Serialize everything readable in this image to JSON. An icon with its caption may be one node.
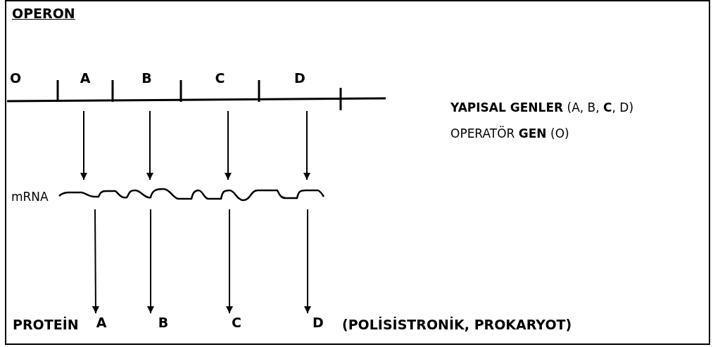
{
  "diagram": {
    "title": "OPERON",
    "nodes": [
      {
        "text": [
          "O"
        ]
      },
      {
        "text": [
          "A"
        ]
      },
      {
        "text": [
          "B"
        ]
      },
      {
        "text": [
          "C"
        ]
      },
      {
        "text": [
          "D"
        ]
      },
      {
        "text": [
          "mRNA"
        ]
      },
      {
        "text": [
          "A"
        ]
      },
      {
        "text": [
          "B"
        ]
      },
      {
        "text": [
          "C"
        ]
      },
      {
        "text": [
          "D"
        ]
      }
    ],
    "edges": [
      {
        "from": 1,
        "to": 5,
        "arrow": "to"
      },
      {
        "from": 2,
        "to": 5,
        "arrow": "to"
      },
      {
        "from": 3,
        "to": 5,
        "arrow": "to"
      },
      {
        "from": 4,
        "to": 5,
        "arrow": "to"
      },
      {
        "from": 5,
        "to": 6,
        "arrow": "to"
      },
      {
        "from": 5,
        "to": 7,
        "arrow": "to"
      },
      {
        "from": 5,
        "to": 8,
        "arrow": "to"
      },
      {
        "from": 5,
        "to": 9,
        "arrow": "to"
      }
    ],
    "labels": [
      "**YAPISAL GENLER** (A, B, **C**, D)",
      "OPERATÖR **GEN** (O)",
      "PROTEİN",
      "(POLİSİSTRONİK, PROKARYOT)"
    ]
  }
}
